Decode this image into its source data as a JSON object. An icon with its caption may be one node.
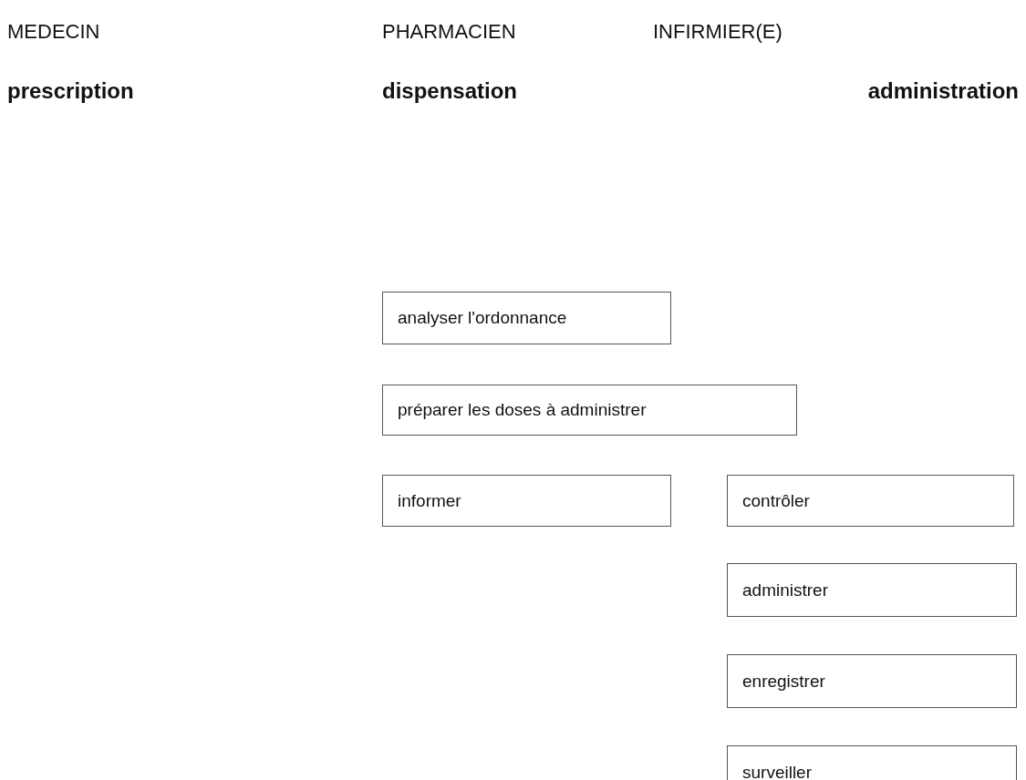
{
  "diagram": {
    "nodes": [
      {
        "text": [
          "analyser l'ordonnance"
        ]
      },
      {
        "text": [
          "préparer les doses à administrer"
        ]
      },
      {
        "text": [
          "informer"
        ]
      },
      {
        "text": [
          "contrôler"
        ]
      },
      {
        "text": [
          "administrer"
        ]
      },
      {
        "text": [
          "enregistrer"
        ]
      },
      {
        "text": [
          "surveiller"
        ]
      }
    ],
    "labels": [
      "MEDECIN",
      "PHARMACIEN",
      "INFIRMIER(E)",
      "prescription",
      "dispensation",
      "administration"
    ]
  }
}
